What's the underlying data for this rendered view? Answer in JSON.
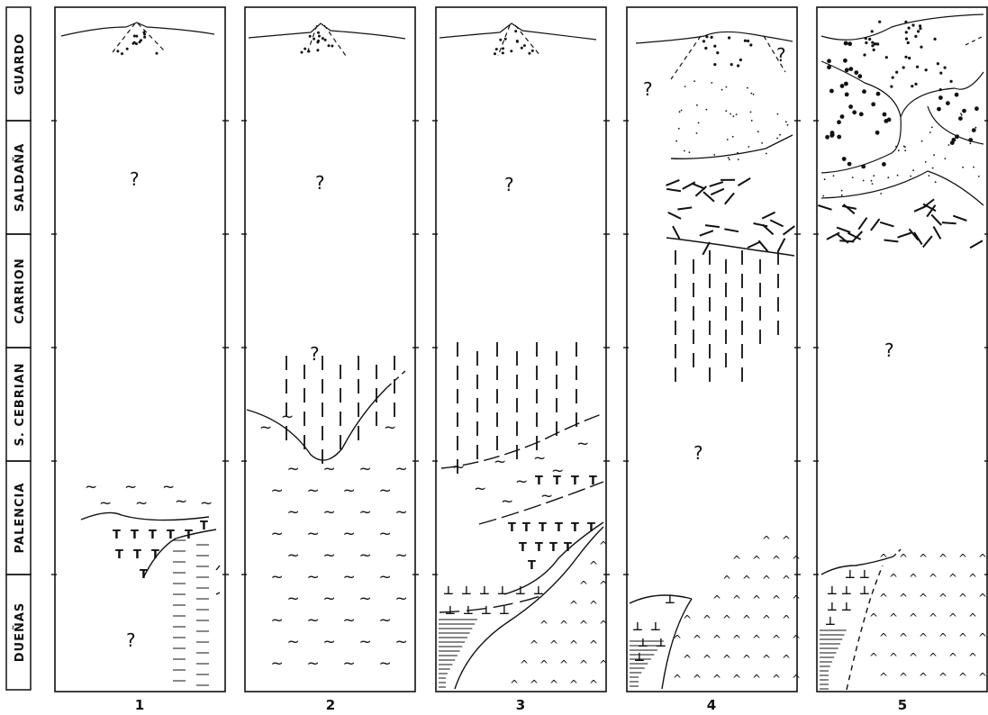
{
  "stages": [
    "GUARDO",
    "SALDAÑA",
    "CARRION",
    "S. CEBRIAN",
    "PALENCIA",
    "DUEÑAS"
  ],
  "columns": [
    "1",
    "2",
    "3",
    "4",
    "5"
  ],
  "unknown_mark": "?",
  "symbols": {
    "tee": "T",
    "inverted_tee": "⊥",
    "wave": "~",
    "caret": "^"
  },
  "colors": {
    "ink": "#111111",
    "background": "#ffffff"
  }
}
